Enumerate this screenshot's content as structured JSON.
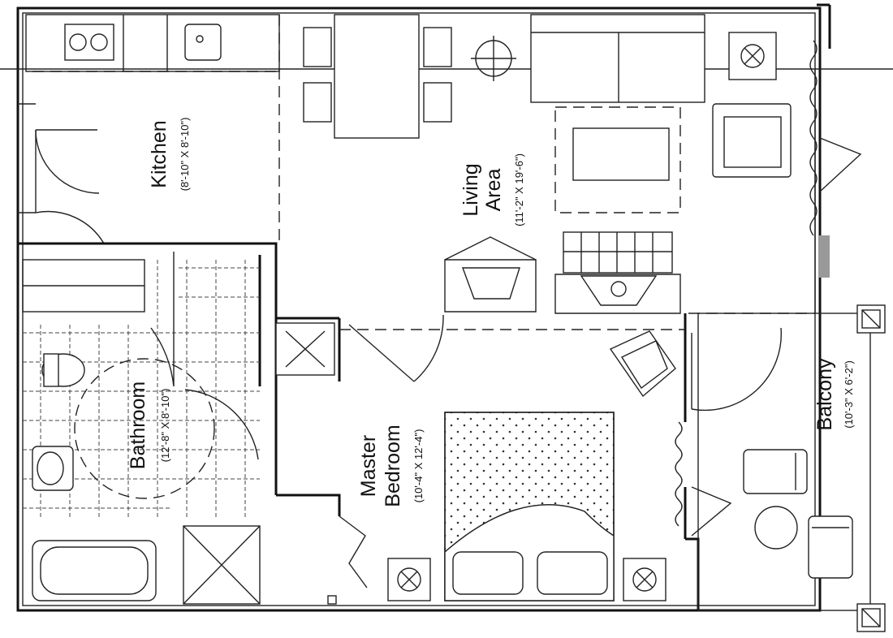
{
  "rooms": {
    "kitchen": {
      "name": "Kitchen",
      "dims": "(8'-10\" X 8'-10\")"
    },
    "living": {
      "name_line1": "Living",
      "name_line2": "Area",
      "dims": "(11'-2\" X 19'-6\")"
    },
    "bathroom": {
      "name": "Bathroom",
      "dims": "(12'-8\" X 8'-10\")"
    },
    "master": {
      "name_line1": "Master",
      "name_line2": "Bedroom",
      "dims": "(10'-4\" X 12'-4\")"
    },
    "balcony": {
      "name": "Balcony",
      "dims": "(10'-3\" X 6'-2\")"
    }
  }
}
